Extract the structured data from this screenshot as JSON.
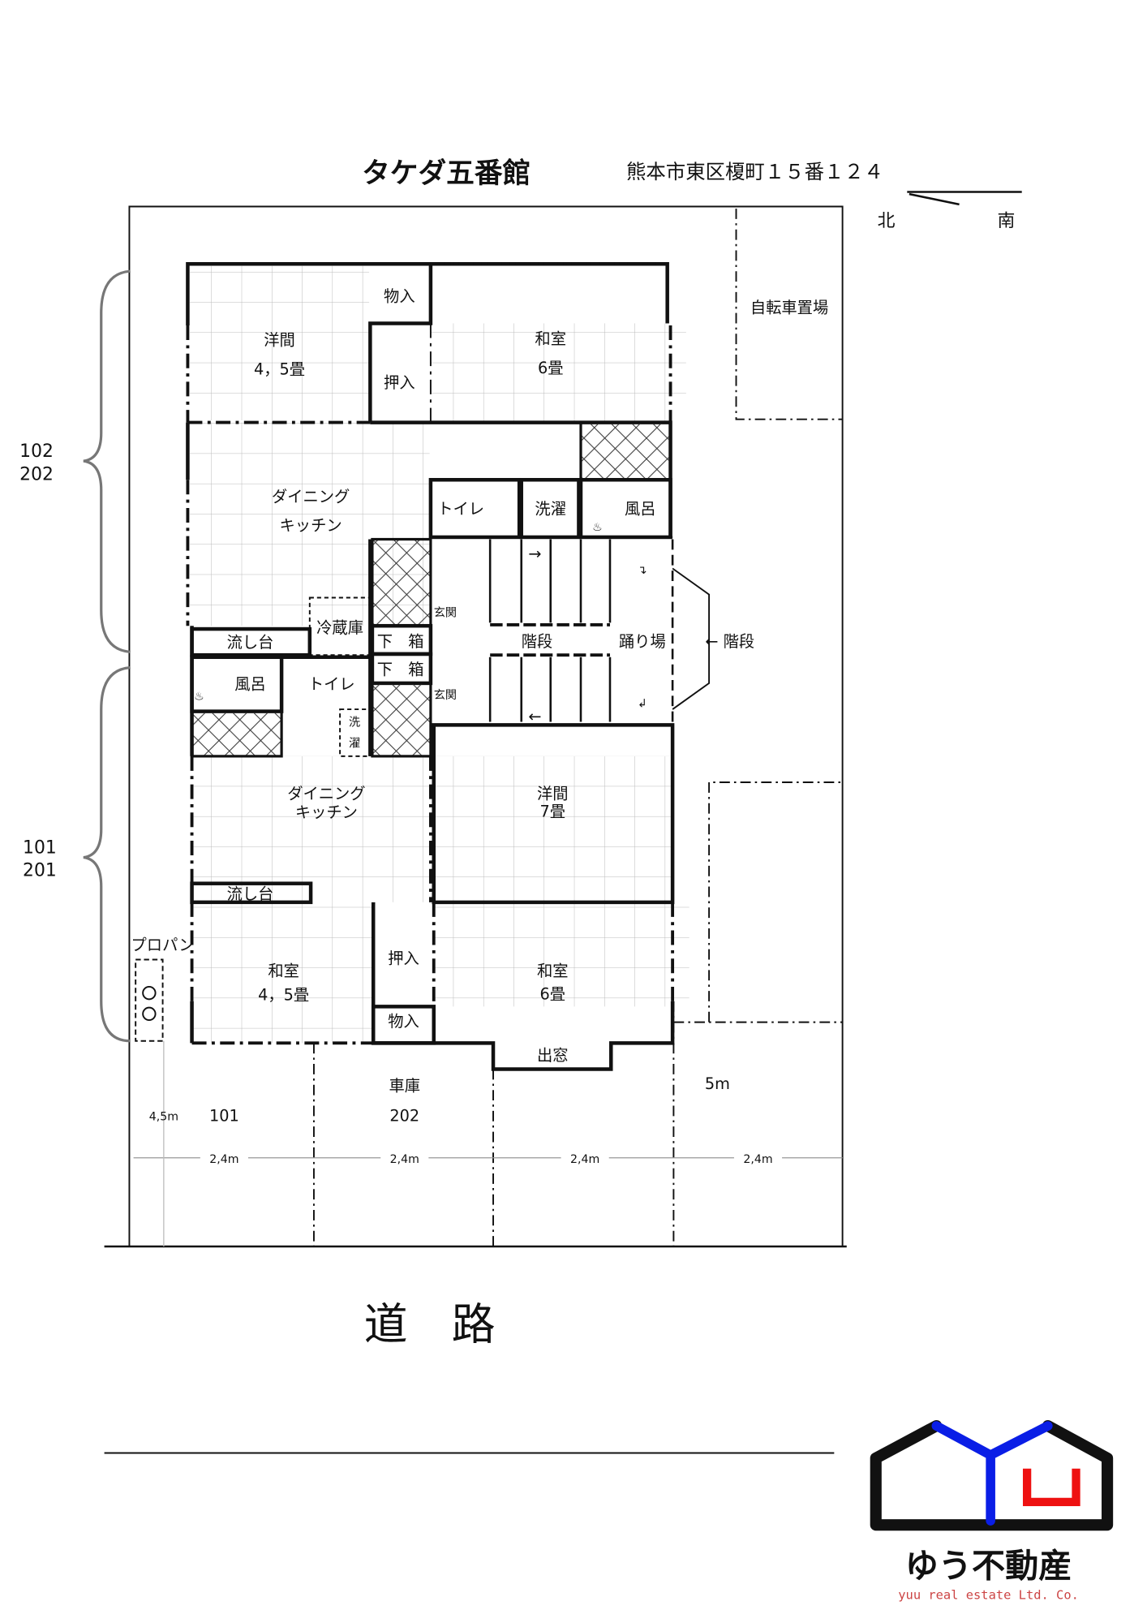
{
  "header": {
    "building_name": "タケダ五番館",
    "address": "熊本市東区榎町１５番１２４",
    "compass_north": "北",
    "compass_south": "南"
  },
  "units": {
    "upper": {
      "line1": "102",
      "line2": "202"
    },
    "lower": {
      "line1": "101",
      "line2": "201"
    }
  },
  "rooms": {
    "youma45": {
      "name": "洋間",
      "size": "4，5畳"
    },
    "monoire_top": "物入",
    "oshiire_top": "押入",
    "washitsu6_top": {
      "name": "和室",
      "size": "6畳"
    },
    "dk_top": {
      "line1": "ダイニング",
      "line2": "キッチン"
    },
    "toilet_top": "トイレ",
    "laundry_top": "洗濯",
    "bath_top": "風呂",
    "genkan_top": "玄関",
    "genkan_bottom": "玄関",
    "shoebox1": "下　箱",
    "shoebox2": "下　箱",
    "sink_top": "流し台",
    "fridge": "冷蔵庫",
    "stairs": "階段",
    "landing": "踊り場",
    "outside_stairs": "← 階段",
    "bath_bottom": "風呂",
    "toilet_bottom": "トイレ",
    "laundry_bottom": {
      "line1": "洗",
      "line2": "濯"
    },
    "dk_bottom": {
      "line1": "ダイニング",
      "line2": "キッチン"
    },
    "sink_bottom": "流し台",
    "youma7": {
      "name": "洋間",
      "size": "7畳"
    },
    "washitsu45": {
      "name": "和室",
      "size": "4，5畳"
    },
    "oshiire_bottom": "押入",
    "monoire_bottom": "物入",
    "washitsu6_bottom": {
      "name": "和室",
      "size": "6畳"
    },
    "bay_window": "出窓",
    "bike_parking": "自転車置場",
    "propane": "プロパン"
  },
  "parking": {
    "garage": "車庫",
    "label_101": "101",
    "label_202": "202",
    "depth_left": "4,5m",
    "depth_right": "5m",
    "widths": [
      "2,4m",
      "2,4m",
      "2,4m",
      "2,4m"
    ]
  },
  "road": "道　路",
  "logo": {
    "name": "ゆう不動産",
    "english": "yuu real estate Ltd. Co.",
    "colors": {
      "black": "#111111",
      "blue": "#0a1ee6",
      "red": "#ee1111"
    }
  }
}
